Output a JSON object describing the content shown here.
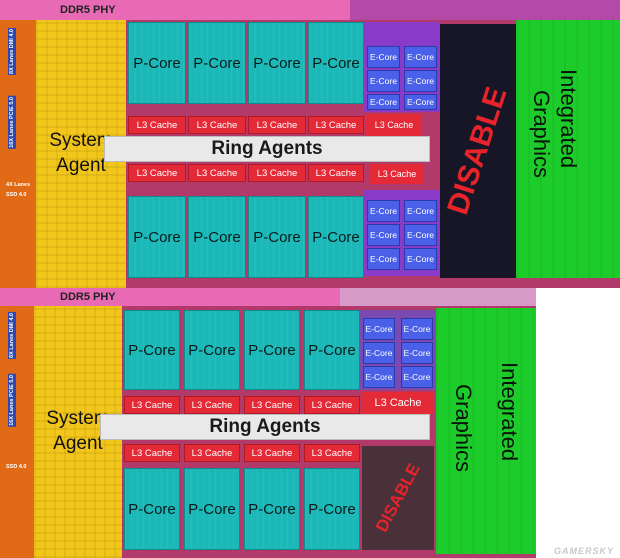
{
  "die1": {
    "phy": "DDR5 PHY",
    "system_agent": [
      "System",
      "Agent"
    ],
    "io": {
      "dmi": [
        "8X Lanes",
        "DMI 4.0"
      ],
      "pcie": [
        "16X Lanes",
        "PCIE 5.0"
      ],
      "ssd": [
        "4X Lanes",
        "SSD 4.0"
      ]
    },
    "pcores_top": [
      "P-Core",
      "P-Core",
      "P-Core",
      "P-Core"
    ],
    "l3_top": [
      "L3 Cache",
      "L3 Cache",
      "L3 Cache",
      "L3 Cache"
    ],
    "ring": "Ring Agents",
    "l3_bottom": [
      "L3 Cache",
      "L3 Cache",
      "L3 Cache",
      "L3 Cache"
    ],
    "pcores_bottom": [
      "P-Core",
      "P-Core",
      "P-Core",
      "P-Core"
    ],
    "ecore_top": [
      "E-Core",
      "E-Core",
      "E-Core",
      "E-Core",
      "E-Core",
      "E-Core"
    ],
    "ecache_top": "L3 Cache",
    "ecache_bottom": "L3 Cache",
    "ecore_bottom": [
      "E-Core",
      "E-Core",
      "E-Core",
      "E-Core",
      "E-Core",
      "E-Core"
    ],
    "disable": "DISABLE",
    "graphics": [
      "Integrated",
      "Graphics"
    ]
  },
  "die2": {
    "phy": "DDR5 PHY",
    "system_agent": [
      "System",
      "Agent"
    ],
    "io": {
      "dmi": [
        "8X Lanes",
        "DMI 4.0"
      ],
      "pcie": [
        "16X Lanes",
        "PCIE 5.0"
      ],
      "ssd": [
        "SSD 4.0"
      ]
    },
    "pcores_top": [
      "P-Core",
      "P-Core",
      "P-Core",
      "P-Core"
    ],
    "l3_top": [
      "L3 Cache",
      "L3 Cache",
      "L3 Cache",
      "L3 Cache"
    ],
    "ring": "Ring Agents",
    "l3_bottom": [
      "L3 Cache",
      "L3 Cache",
      "L3 Cache",
      "L3 Cache"
    ],
    "pcores_bottom": [
      "P-Core",
      "P-Core",
      "P-Core",
      "P-Core"
    ],
    "ecores": [
      "E-Core",
      "E-Core",
      "E-Core",
      "E-Core",
      "E-Core",
      "E-Core"
    ],
    "ecache": "L3 Cache",
    "disable": "DISABLE",
    "graphics": [
      "Integrated",
      "Graphics"
    ]
  },
  "watermark": "GAMERSKY"
}
